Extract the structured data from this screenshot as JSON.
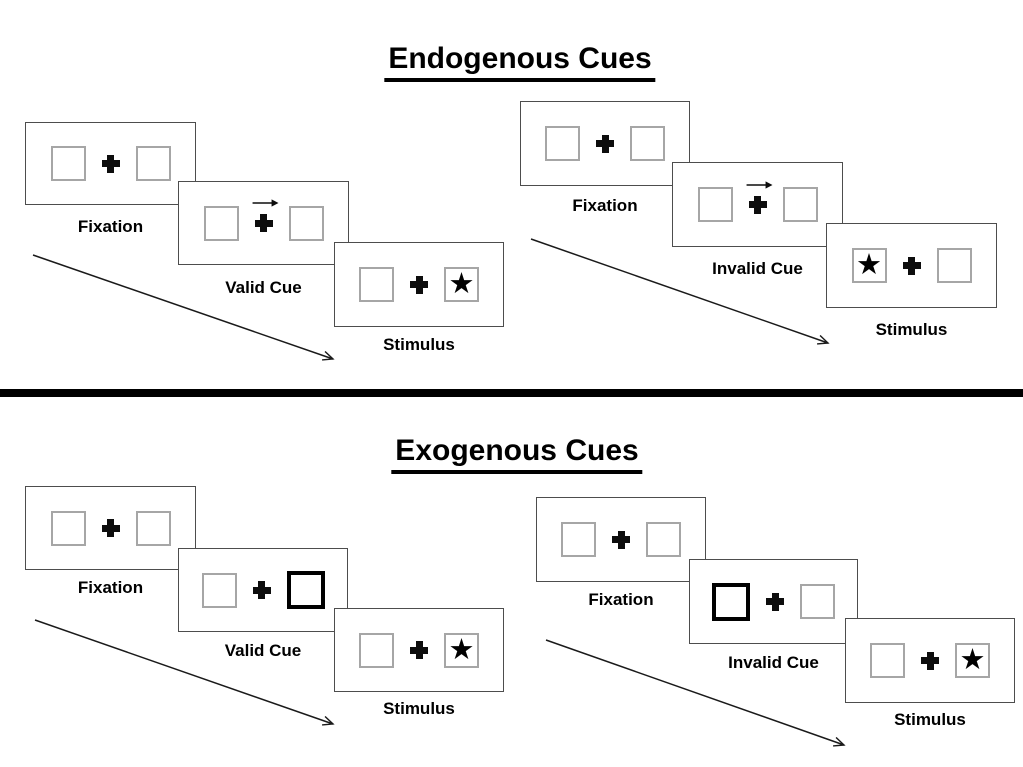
{
  "icons": {
    "star": "★",
    "cue_arrow": "right-arrow",
    "fixation_cross": "plus"
  },
  "colors": {
    "background": "#ffffff",
    "panel_border": "#4d4d4d",
    "square_border": "#a6a6a6",
    "bold_square_border": "#000000",
    "ink": "#000000"
  },
  "sections": [
    {
      "title": "Endogenous Cues",
      "sequences": [
        {
          "name": "valid",
          "panels": [
            {
              "label": "Fixation",
              "cue_arrow": false,
              "bold": null,
              "star": null
            },
            {
              "label": "Valid Cue",
              "cue_arrow": true,
              "bold": null,
              "star": null
            },
            {
              "label": "Stimulus",
              "cue_arrow": false,
              "bold": null,
              "star": "right"
            }
          ]
        },
        {
          "name": "invalid",
          "panels": [
            {
              "label": "Fixation",
              "cue_arrow": false,
              "bold": null,
              "star": null
            },
            {
              "label": "Invalid Cue",
              "cue_arrow": true,
              "bold": null,
              "star": null
            },
            {
              "label": "Stimulus",
              "cue_arrow": false,
              "bold": null,
              "star": "left"
            }
          ]
        }
      ]
    },
    {
      "title": "Exogenous Cues",
      "sequences": [
        {
          "name": "valid",
          "panels": [
            {
              "label": "Fixation",
              "cue_arrow": false,
              "bold": null,
              "star": null
            },
            {
              "label": "Valid Cue",
              "cue_arrow": false,
              "bold": "right",
              "star": null
            },
            {
              "label": "Stimulus",
              "cue_arrow": false,
              "bold": null,
              "star": "right"
            }
          ]
        },
        {
          "name": "invalid",
          "panels": [
            {
              "label": "Fixation",
              "cue_arrow": false,
              "bold": null,
              "star": null
            },
            {
              "label": "Invalid Cue",
              "cue_arrow": false,
              "bold": "left",
              "star": null
            },
            {
              "label": "Stimulus",
              "cue_arrow": false,
              "bold": null,
              "star": "right"
            }
          ]
        }
      ]
    }
  ]
}
